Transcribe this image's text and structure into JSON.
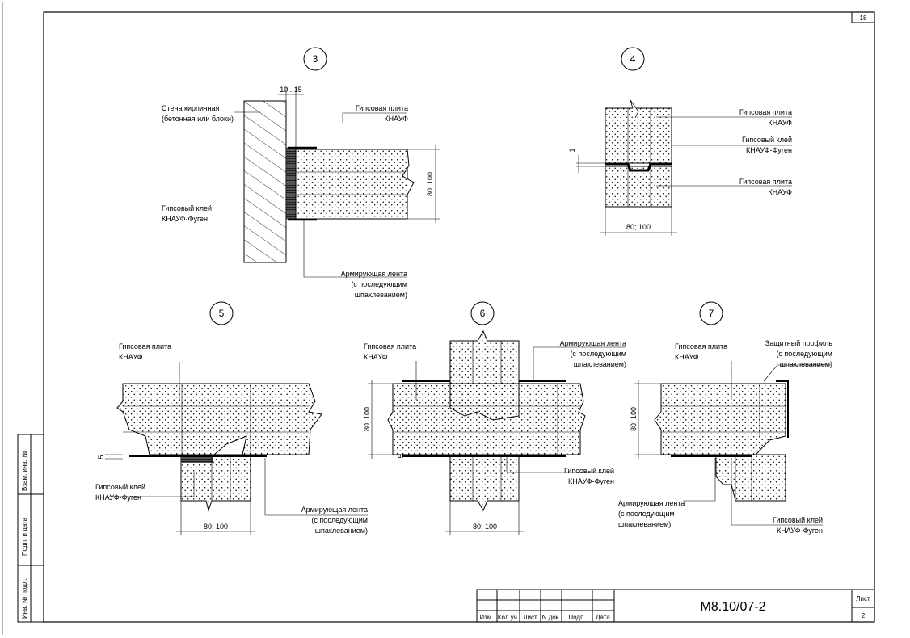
{
  "sheet": {
    "page_number": "18",
    "drawing_code": "М8.10/07-2",
    "sheet_label": "Лист",
    "sheet_number": "2",
    "title_block_columns": [
      "Изм.",
      "Кол.уч.",
      "Лист",
      "N док.",
      "Подп.",
      "Дата"
    ],
    "side_stamp": [
      "Взам. инв. №",
      "Подп. и дата",
      "Инв. № подл."
    ]
  },
  "details": {
    "d3": {
      "number": "3",
      "gap": "10...15",
      "wall_label_1": "Стена кирпичная",
      "wall_label_2": "(бетонная или блоки)",
      "board_label_1": "Гипсовая плита",
      "board_label_2": "КНАУФ",
      "glue_label_1": "Гипсовый клей",
      "glue_label_2": "КНАУФ-Фуген",
      "tape_label_1": "Армирующая лента",
      "tape_label_2": "(с последующим",
      "tape_label_3": "шпаклеванием)",
      "thickness": "80; 100"
    },
    "d4": {
      "number": "4",
      "board_top_1": "Гипсовая плита",
      "board_top_2": "КНАУФ",
      "glue_1": "Гипсовый клей",
      "glue_2": "КНАУФ-Фуген",
      "board_bottom_1": "Гипсовая плита",
      "board_bottom_2": "КНАУФ",
      "gap": "1",
      "thickness": "80; 100"
    },
    "d5": {
      "number": "5",
      "board_1": "Гипсовая плита",
      "board_2": "КНАУФ",
      "glue_1": "Гипсовый клей",
      "glue_2": "КНАУФ-Фуген",
      "tape_1": "Армирующая лента",
      "tape_2": "(с последующим",
      "tape_3": "шпаклеванием)",
      "gap": "5",
      "thickness": "80; 100"
    },
    "d6": {
      "number": "6",
      "board_1": "Гипсовая плита",
      "board_2": "КНАУФ",
      "tape_1": "Армирующая лента",
      "tape_2": "(с последующим",
      "tape_3": "шпаклеванием)",
      "glue_1": "Гипсовый клей",
      "glue_2": "КНАУФ-Фуген",
      "thickness_v": "80; 100",
      "gap": "5",
      "thickness_h": "80; 100"
    },
    "d7": {
      "number": "7",
      "board_1": "Гипсовая плита",
      "board_2": "КНАУФ",
      "profile_1": "Защитный профиль",
      "profile_2": "(с последующим",
      "profile_3": "шпаклеванием)",
      "tape_1": "Армирующая лента",
      "tape_2": "(с последующим",
      "tape_3": "шпаклеванием)",
      "glue_1": "Гипсовый клей",
      "glue_2": "КНАУФ-Фуген",
      "thickness": "80; 100"
    }
  }
}
